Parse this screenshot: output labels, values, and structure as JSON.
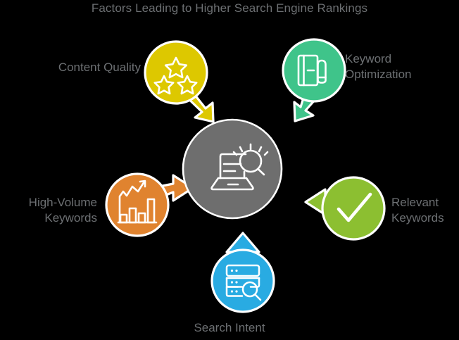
{
  "title": "Factors Leading to Higher Search Engine Rankings",
  "background_color": "#000000",
  "title_color": "#6d7073",
  "center": {
    "name": "search-engine-ranking-hub",
    "icon": "laptop-search-icon",
    "color": "#6e6e6e",
    "outline_color": "#ffffff"
  },
  "nodes": [
    {
      "id": "content-quality",
      "label": "Content Quality",
      "icon": "three-stars-icon",
      "color": "#ddc800",
      "arrow_direction": "down-right"
    },
    {
      "id": "keyword-optimization",
      "label": "Keyword\nOptimization",
      "icon": "notebook-pen-icon",
      "color": "#3fc48a",
      "arrow_direction": "down-left"
    },
    {
      "id": "relevant-keywords",
      "label": "Relevant\nKeywords",
      "icon": "checkmark-icon",
      "color": "#8cbf31",
      "arrow_direction": "left"
    },
    {
      "id": "search-intent",
      "label": "Search Intent",
      "icon": "database-search-icon",
      "color": "#29abe2",
      "arrow_direction": "up"
    },
    {
      "id": "high-volume-keywords",
      "label": "High-Volume\nKeywords",
      "icon": "bar-chart-trend-icon",
      "color": "#e0832f",
      "arrow_direction": "right"
    }
  ]
}
